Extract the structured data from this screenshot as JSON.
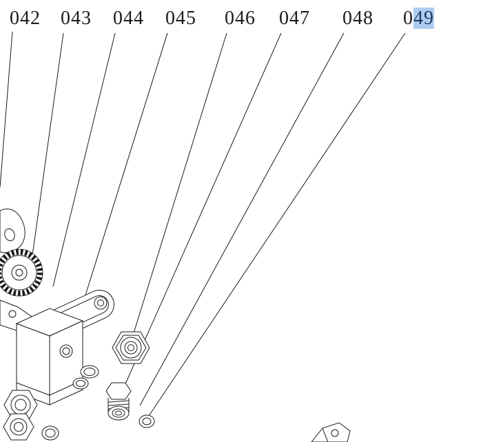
{
  "diagram": {
    "labels": [
      {
        "text": "042"
      },
      {
        "text": "043"
      },
      {
        "text": "044"
      },
      {
        "text": "045"
      },
      {
        "text": "046"
      },
      {
        "text": "047"
      },
      {
        "text": "048"
      },
      {
        "text": "049",
        "text_plain": "0",
        "text_highlighted": "49"
      }
    ],
    "highlight_color": "#aecdf0",
    "line_color": "#1a1a1a",
    "background_color": "#ffffff"
  }
}
